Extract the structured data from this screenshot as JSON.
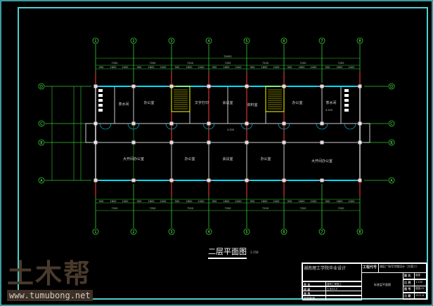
{
  "drawing": {
    "title": "二层平面图",
    "scale": "1:150",
    "overall_dimension": "50400",
    "bay_dimension": "7200",
    "sub_dimensions": [
      "900",
      "1800",
      "2400",
      "1500"
    ],
    "elevation": "4.200",
    "top_axes": [
      "1",
      "2",
      "3",
      "4",
      "5",
      "6",
      "7",
      "8"
    ],
    "side_axes": [
      "D",
      "C",
      "B",
      "A"
    ],
    "rooms": {
      "tea": "茶水间",
      "office": "办公室",
      "print": "文字打印",
      "meeting": "会议室",
      "archive": "资料室",
      "open_office": "大开间办公室"
    }
  },
  "title_block": {
    "school": "湖南理工学院毕业设计",
    "project_code": "工程代号",
    "project_name": "湖区广场写字楼设计（方案二）",
    "drawing_name": "标准层平面图",
    "rows_left": [
      "专 业",
      "班 级",
      "学 号",
      "指导教师"
    ],
    "rows_left_values": [
      "建筑工程施工",
      "土木0X-X",
      "",
      ""
    ],
    "rows_right": [
      "图 名",
      "比 例",
      "图 号",
      "日 期"
    ],
    "rows_right_values": [
      "建施",
      "1:150",
      "建施-02",
      "2011.6"
    ]
  },
  "watermark": {
    "logo": "土木帮",
    "url": "www.tumubong.net"
  },
  "colors": {
    "frame": "#4fd0d0",
    "axis": "#33cc33",
    "wall": "#cccccc",
    "column": "#ff4040",
    "stair": "#ffff00",
    "window": "#00e0ff"
  }
}
